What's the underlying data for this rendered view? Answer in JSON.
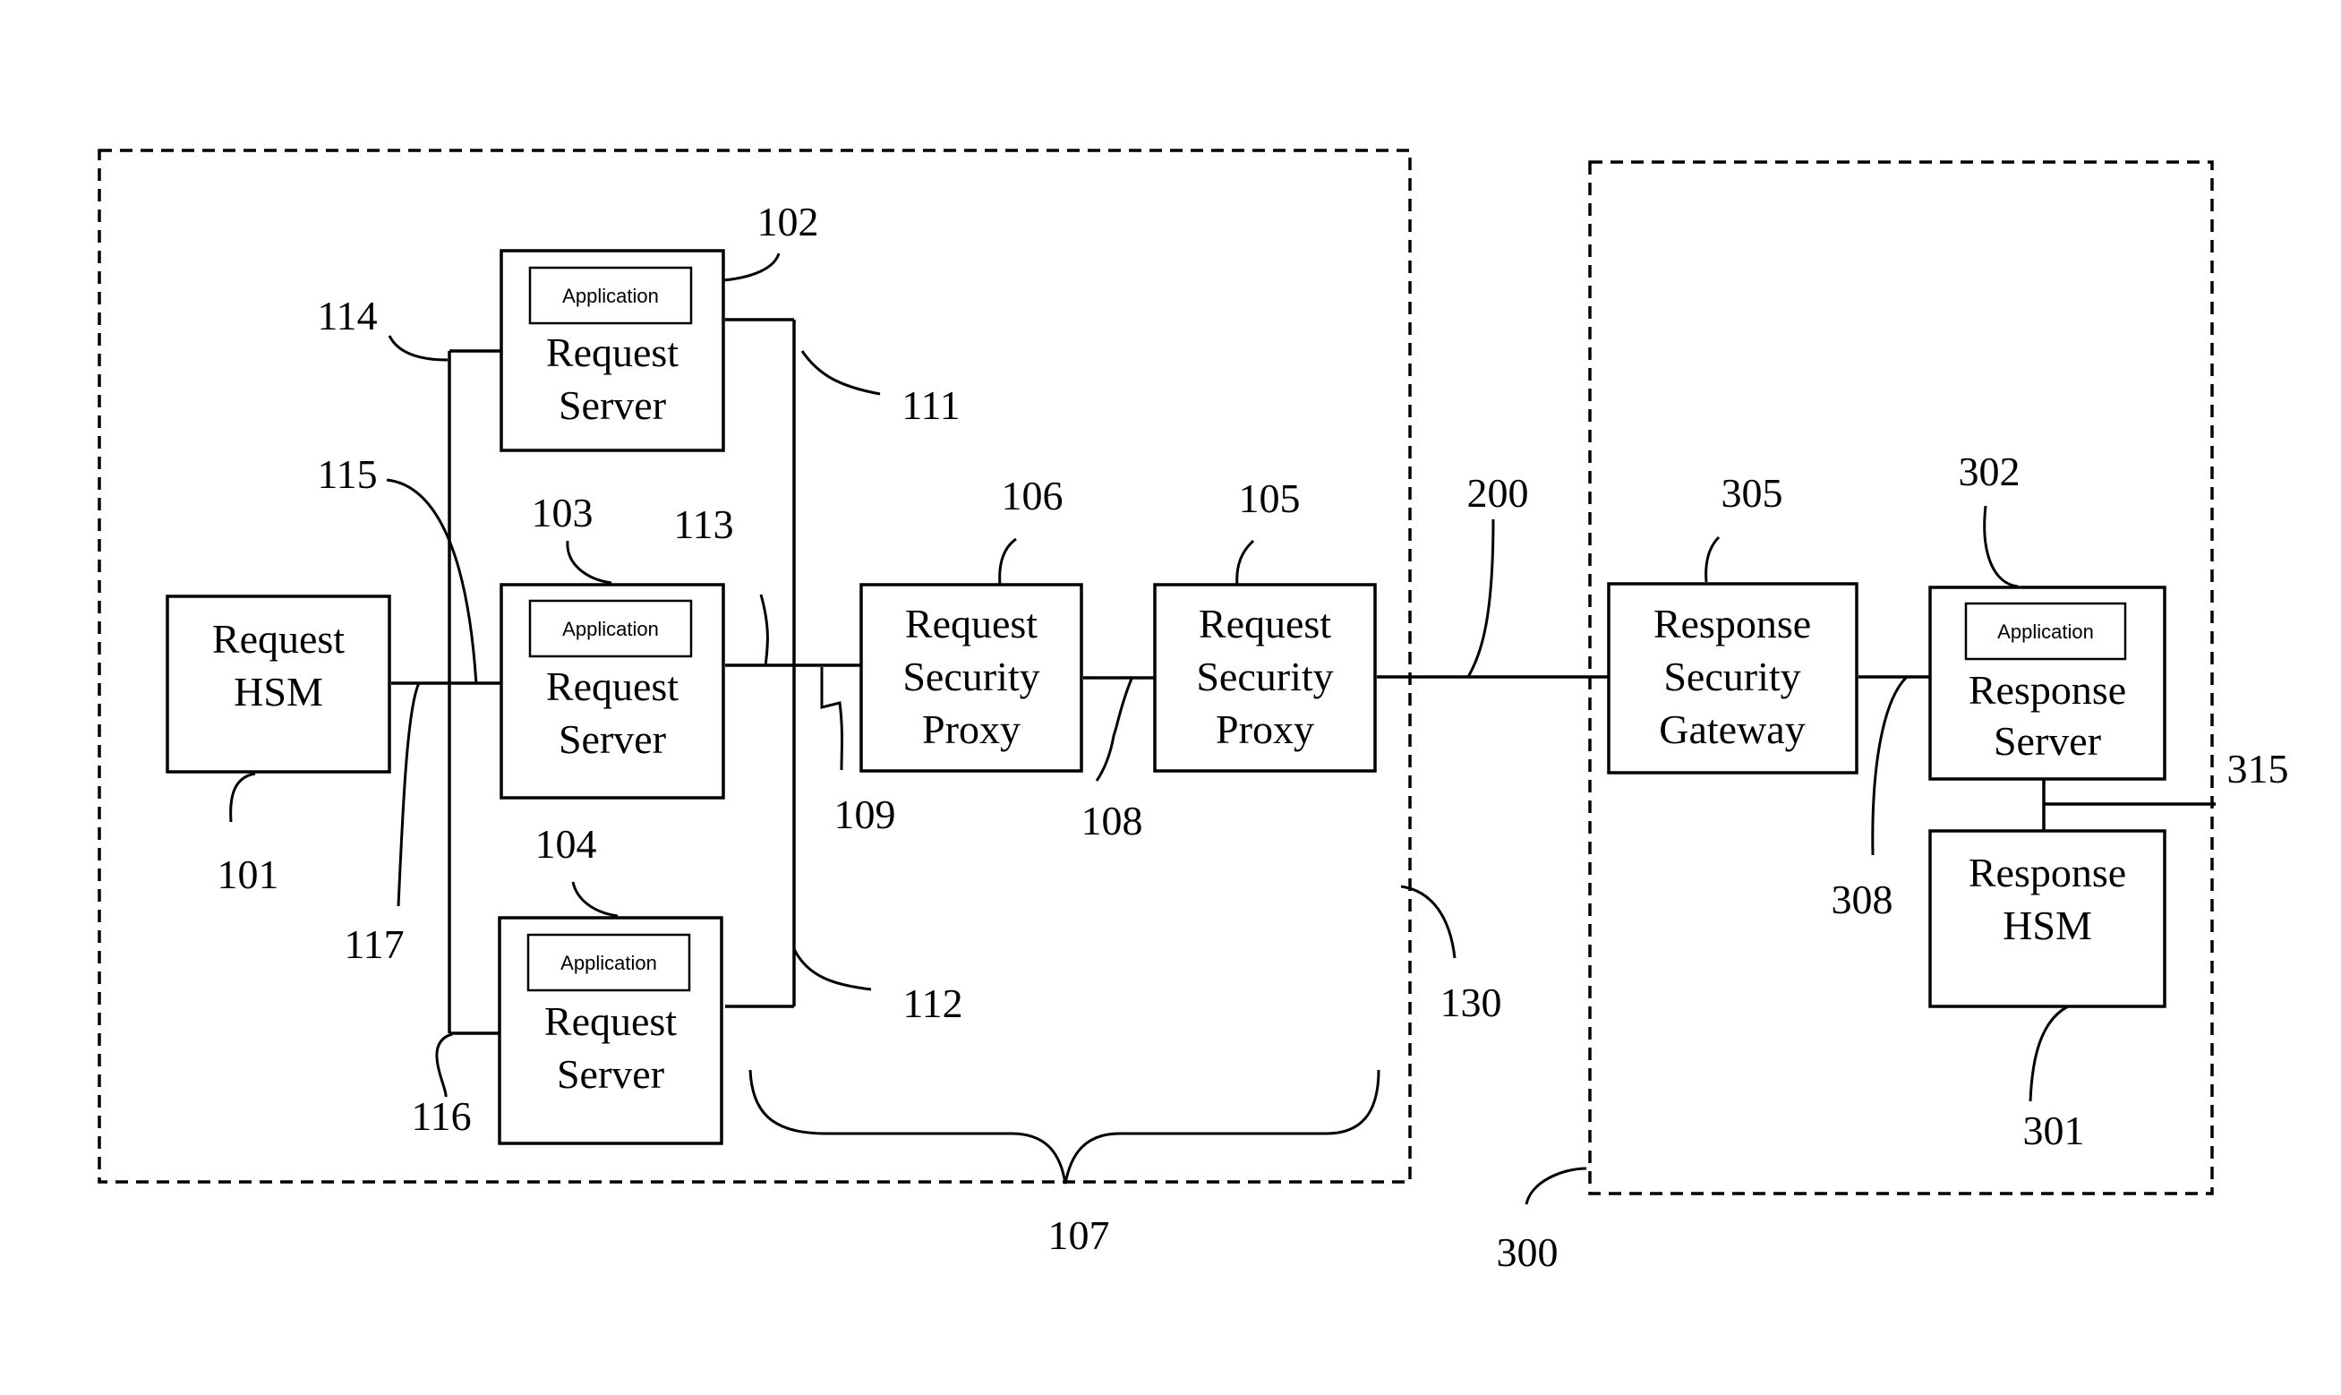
{
  "nodes": {
    "request_hsm": {
      "line1": "Request",
      "line2": "HSM"
    },
    "request_server_102": {
      "app": "Application",
      "line1": "Request",
      "line2": "Server"
    },
    "request_server_103": {
      "app": "Application",
      "line1": "Request",
      "line2": "Server"
    },
    "request_server_104": {
      "app": "Application",
      "line1": "Request",
      "line2": "Server"
    },
    "request_proxy_106": {
      "line1": "Request",
      "line2": "Security",
      "line3": "Proxy"
    },
    "request_proxy_105": {
      "line1": "Request",
      "line2": "Security",
      "line3": "Proxy"
    },
    "response_gateway_305": {
      "line1": "Response",
      "line2": "Security",
      "line3": "Gateway"
    },
    "response_server_302": {
      "app": "Application",
      "line1": "Response",
      "line2": "Server"
    },
    "response_hsm_301": {
      "line1": "Response",
      "line2": "HSM"
    }
  },
  "refs": {
    "r101": "101",
    "r102": "102",
    "r103": "103",
    "r104": "104",
    "r105": "105",
    "r106": "106",
    "r107": "107",
    "r108": "108",
    "r109": "109",
    "r111": "111",
    "r112": "112",
    "r113": "113",
    "r114": "114",
    "r115": "115",
    "r116": "116",
    "r117": "117",
    "r130": "130",
    "r200": "200",
    "r300": "300",
    "r301": "301",
    "r302": "302",
    "r305": "305",
    "r308": "308",
    "r315": "315"
  }
}
